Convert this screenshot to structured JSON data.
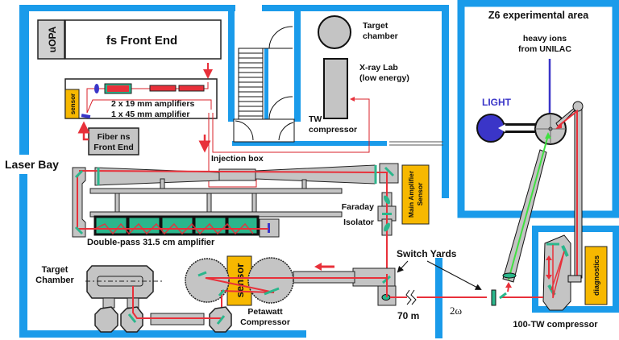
{
  "colors": {
    "wall": "#1a9bea",
    "beam": "#e8303a",
    "beam_thin": "#d9202a",
    "component_gray": "#c4c4c4",
    "optic_green": "#2bb68c",
    "sensor_yellow": "#f7b800",
    "light_blue": "#3a35c8",
    "green_beam": "#3fe040"
  },
  "labels": {
    "uopa": "uOPA",
    "fs_front_end": "fs Front End",
    "sensor_small": "sensor",
    "amplifiers_line1": "2 x 19 mm amplifiers",
    "amplifiers_line2": "1 x 45 mm amplifier",
    "fiber_line1": "Fiber ns",
    "fiber_line2": "Front End",
    "laser_bay": "Laser Bay",
    "injection_box": "Injection box",
    "double_pass": "Double-pass 31.5 cm amplifier",
    "faraday": "Faraday",
    "isolator": "Isolator",
    "main_amp_sensor_line1": "Main Amplifier",
    "main_amp_sensor_line2": "Sensor",
    "target_chamber_top_line1": "Target",
    "target_chamber_top_line2": "chamber",
    "xray_line1": "X-ray Lab",
    "xray_line2": "(low energy)",
    "tw_line1": "TW",
    "tw_line2": "compressor",
    "z6_title": "Z6 experimental area",
    "heavy_ions_line1": "heavy ions",
    "heavy_ions_line2": "from UNILAC",
    "light": "LIGHT",
    "target_chamber_bottom_line1": "Target",
    "target_chamber_bottom_line2": "Chamber",
    "sensor_big": "sensor",
    "petawatt_line1": "Petawatt",
    "petawatt_line2": "Compressor",
    "switch_yards": "Switch Yards",
    "distance": "70 m",
    "two_omega": "2ω",
    "diagnostics": "diagnostics",
    "tw100": "100-TW compressor"
  }
}
